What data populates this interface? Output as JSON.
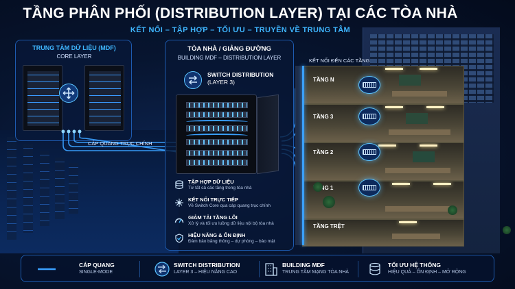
{
  "header": {
    "title": "TẦNG PHÂN PHỐI (DISTRIBUTION LAYER) TẠI CÁC TÒA NHÀ",
    "subtitle": "KẾT NỐI – TẬP HỢP – TỐI ƯU – TRUYỀN VỀ TRUNG TÂM"
  },
  "mdf": {
    "title": "TRUNG TÂM DỮ LIỆU (MDF)",
    "subtitle": "CORE LAYER",
    "icon": "network-hub-icon"
  },
  "backbone": {
    "label": "CÁP QUANG TRỤC CHÍNH"
  },
  "building_panel": {
    "title": "TÒA NHÀ / GIẢNG ĐƯỜNG",
    "subtitle": "BUILDING MDF – DISTRIBUTION LAYER",
    "switch_name": "SWITCH DISTRIBUTION",
    "switch_layer": "(LAYER 3)",
    "features": [
      {
        "name": "TẬP HỢP DỮ LIỆU",
        "desc": "Từ tất cả các tầng trong tòa nhà",
        "icon": "database-icon"
      },
      {
        "name": "KẾT NỐI TRỰC TIẾP",
        "desc": "Về Switch Core qua cáp quang trục chính",
        "icon": "network-nodes-icon"
      },
      {
        "name": "GIẢM TẢI TẦNG LÕI",
        "desc": "Xử lý và tối ưu luồng dữ liệu nội bộ tòa nhà",
        "icon": "gauge-icon"
      },
      {
        "name": "HIỆU NĂNG & ỔN ĐỊNH",
        "desc": "Đảm bảo băng thông – dự phòng – bảo mật",
        "icon": "shield-check-icon"
      }
    ]
  },
  "building": {
    "connect_label": "KẾT NỐI ĐẾN CÁC TẦNG",
    "floors": [
      {
        "label": "TẦNG N"
      },
      {
        "label": "TẦNG 3"
      },
      {
        "label": "TẦNG 2"
      },
      {
        "label": "TẦNG 1"
      },
      {
        "label": "TẦNG TRỆT"
      }
    ]
  },
  "legend": [
    {
      "name": "CÁP QUANG",
      "desc": "SINGLE-MODE",
      "icon": "fiber-line-icon"
    },
    {
      "name": "SWITCH DISTRIBUTION",
      "desc": "LAYER 3 – HIỆU NĂNG CAO",
      "icon": "switch-icon"
    },
    {
      "name": "BUILDING MDF",
      "desc": "TRUNG TÂM MẠNG TÒA NHÀ",
      "icon": "building-icon"
    },
    {
      "name": "TỐI ƯU HỆ THỐNG",
      "desc": "HIỆU QUẢ – ỔN ĐỊNH – MỞ RỘNG",
      "icon": "database-stack-icon"
    }
  ],
  "colors": {
    "accent": "#3fb6ff",
    "fiber": "#3aa0ff",
    "background": "#071530"
  }
}
